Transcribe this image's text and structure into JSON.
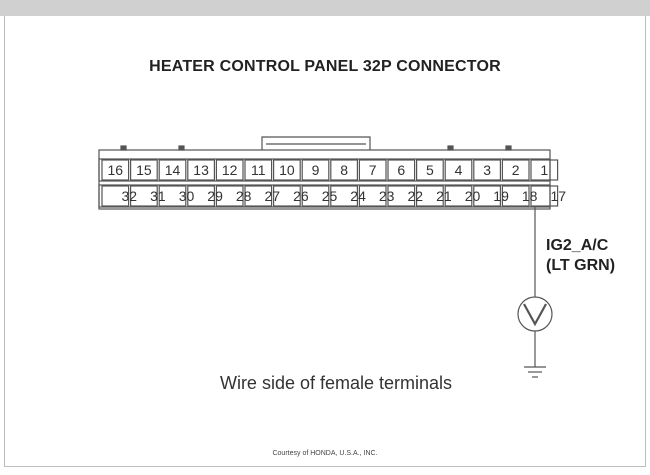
{
  "title": "HEATER CONTROL PANEL 32P CONNECTOR",
  "connector": {
    "top_row": [
      "16",
      "15",
      "14",
      "13",
      "12",
      "11",
      "10",
      "9",
      "8",
      "7",
      "6",
      "5",
      "4",
      "3",
      "2",
      "1"
    ],
    "bottom_row": [
      "32",
      "31",
      "30",
      "29",
      "28",
      "27",
      "26",
      "25",
      "24",
      "23",
      "22",
      "21",
      "20",
      "19",
      "18",
      "17"
    ]
  },
  "wire": {
    "name": "IG2_A/C",
    "color": "(LT GRN)"
  },
  "meter": {
    "symbol": "V"
  },
  "caption": "Wire side of female terminals",
  "credit": "Courtesy of HONDA, U.S.A., INC."
}
